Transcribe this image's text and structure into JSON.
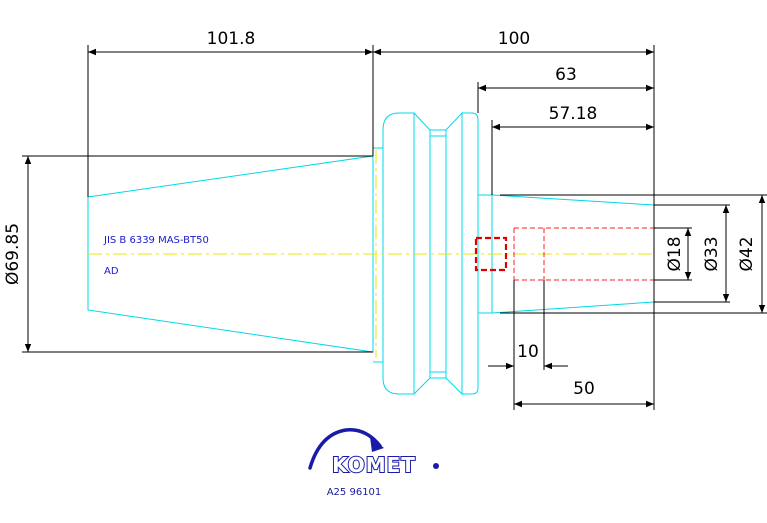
{
  "dimensions": {
    "taper_length": "101.8",
    "overall_length": "100",
    "length_63": "63",
    "length_57": "57.18",
    "dia_taper": "Ø69.85",
    "dia_18": "Ø18",
    "dia_33": "Ø33",
    "dia_42": "Ø42",
    "len_10": "10",
    "len_50": "50"
  },
  "spec": {
    "standard": "JIS B 6339 MAS-BT50",
    "type": "AD"
  },
  "brand": {
    "name": "KOMET",
    "article_number": "A25 96101",
    "color": "#1a1aaa"
  },
  "colors": {
    "contour": "#00d8e8",
    "centerline": "#e8e800",
    "hidden": "#ff2020",
    "dimension": "#000000"
  }
}
